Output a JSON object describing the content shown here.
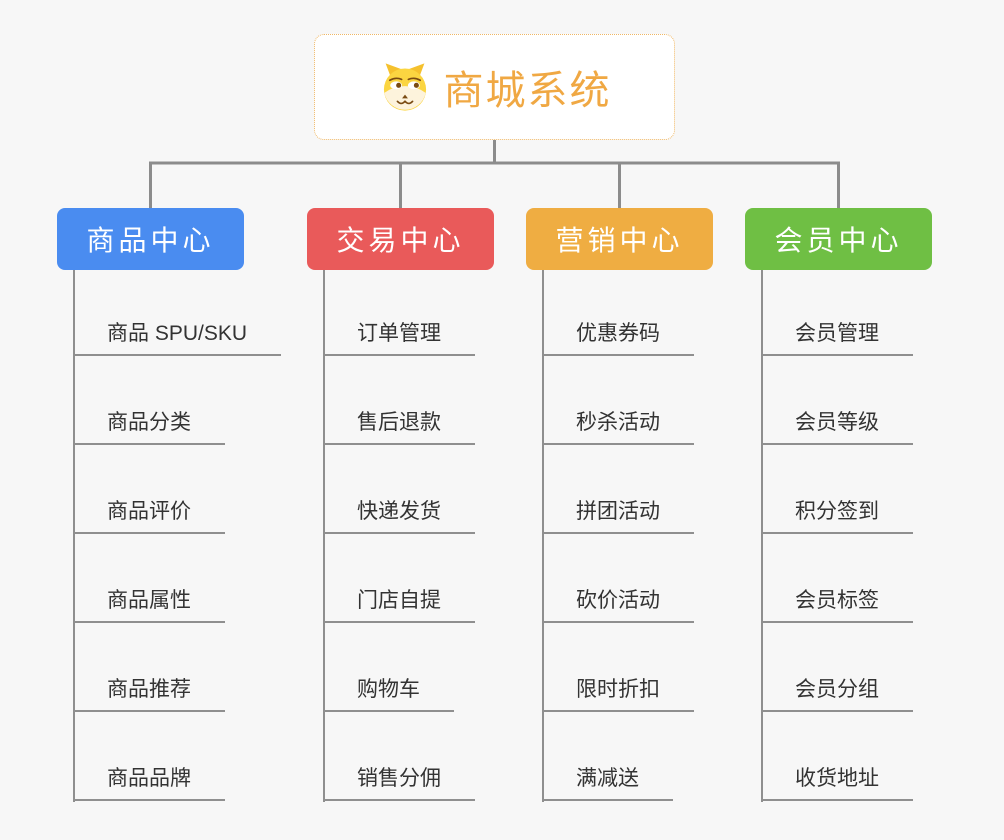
{
  "background": "#F7F7F7",
  "connector_color": "#8C8C8C",
  "line_color": "#8F8F8F",
  "item_text_color": "#333333",
  "root": {
    "title": "商城系统",
    "icon": "dog-face-icon",
    "text_color": "#F0A843",
    "border_color": "#EFB765",
    "background": "#FFFFFF"
  },
  "branches": [
    {
      "label": "商品中心",
      "color": "#4A8CF0",
      "items": [
        "商品 SPU/SKU",
        "商品分类",
        "商品评价",
        "商品属性",
        "商品推荐",
        "商品品牌"
      ]
    },
    {
      "label": "交易中心",
      "color": "#E95A5A",
      "items": [
        "订单管理",
        "售后退款",
        "快递发货",
        "门店自提",
        "购物车",
        "销售分佣"
      ]
    },
    {
      "label": "营销中心",
      "color": "#EFAD42",
      "items": [
        "优惠券码",
        "秒杀活动",
        "拼团活动",
        "砍价活动",
        "限时折扣",
        "满减送"
      ]
    },
    {
      "label": "会员中心",
      "color": "#6FBF44",
      "items": [
        "会员管理",
        "会员等级",
        "积分签到",
        "会员标签",
        "会员分组",
        "收货地址"
      ]
    }
  ]
}
